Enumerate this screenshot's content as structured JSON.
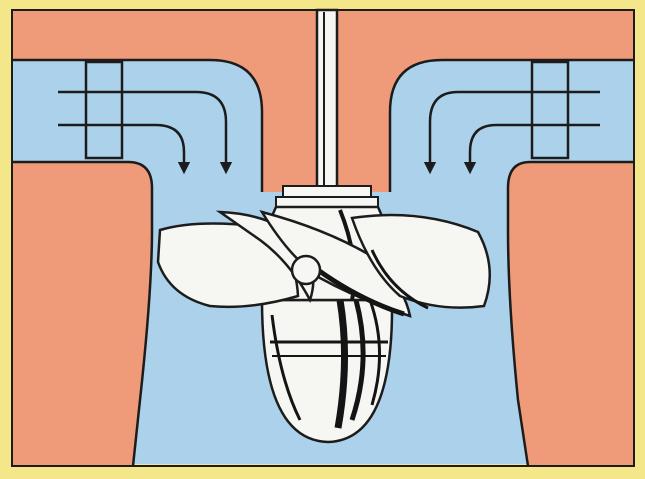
{
  "figure": {
    "kind": "turbine-cross-section",
    "colors": {
      "frame": "#f4e78a",
      "outline": "#1c1c1c",
      "concrete": "#ef9a78",
      "water": "#acd1ea",
      "runner_light": "#f6f6f2",
      "runner_shadow": "#141414"
    },
    "parts": [
      "shaft",
      "hub-collar",
      "runner-blades",
      "runner-hub",
      "wicket-gate-left",
      "wicket-gate-right",
      "flow-arrows-left",
      "flow-arrows-right",
      "draft-tube"
    ]
  }
}
